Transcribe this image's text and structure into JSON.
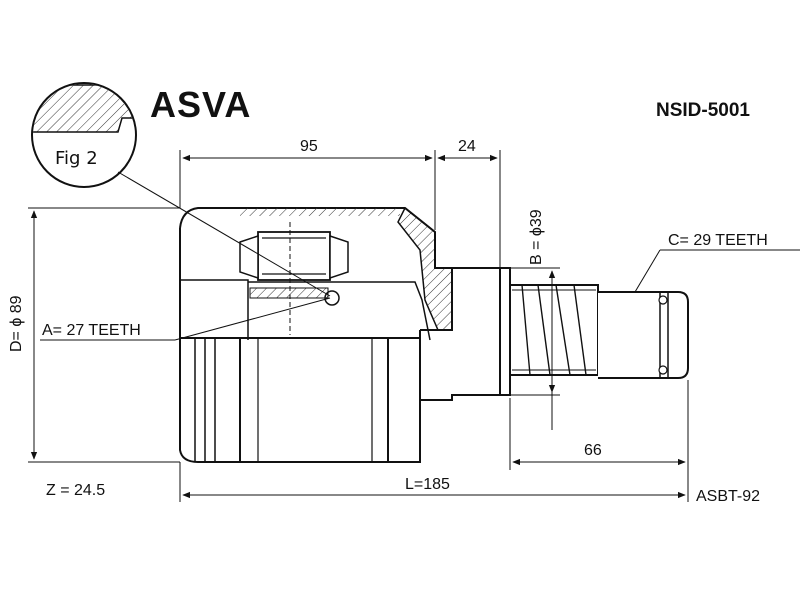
{
  "brand": "ASVA",
  "part_number": "NSID-5001",
  "fig_label": "Fig 2",
  "dimensions": {
    "width_95": "95",
    "width_24": "24",
    "diameter_b": "B = ϕ39",
    "diameter_d": "D= ϕ 89",
    "length_66": "66",
    "length_l": "L=185"
  },
  "teeth": {
    "a": "A= 27 TEETH",
    "c": "C= 29 TEETH"
  },
  "z_value": "Z = 24.5",
  "abs_code": "ASBT-92"
}
